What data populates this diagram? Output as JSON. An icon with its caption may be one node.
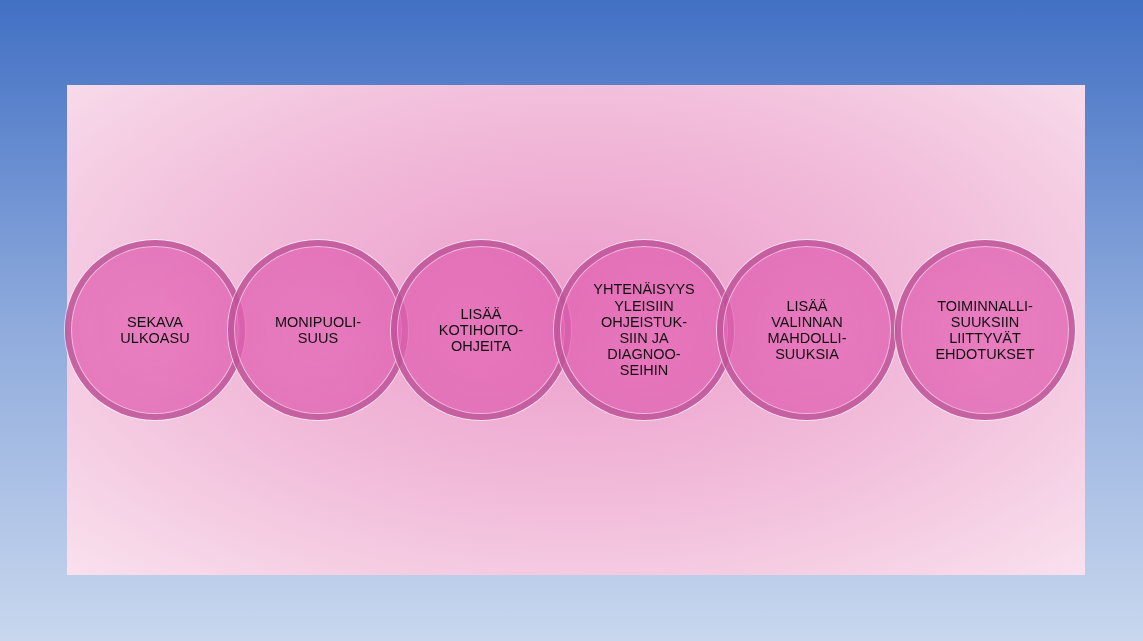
{
  "diagram": {
    "nodes": [
      {
        "text": [
          "SEKAVA ULKOASU"
        ]
      },
      {
        "text": [
          "MONIPUOLI- SUUS"
        ]
      },
      {
        "text": [
          "LISÄÄ KOTIHOITO- OHJEITA"
        ]
      },
      {
        "text": [
          "YHTENÄISYYS YLEISIIN OHJEISTUK- SIIN JA DIAGNOO- SEIHIN"
        ]
      },
      {
        "text": [
          "LISÄÄ VALINNAN MAHDOLLI- SUUKSIA"
        ]
      },
      {
        "text": [
          "TOIMINNALLI- SUUKSIIN LIITTYVÄT EHDOTUKSET"
        ]
      }
    ]
  }
}
